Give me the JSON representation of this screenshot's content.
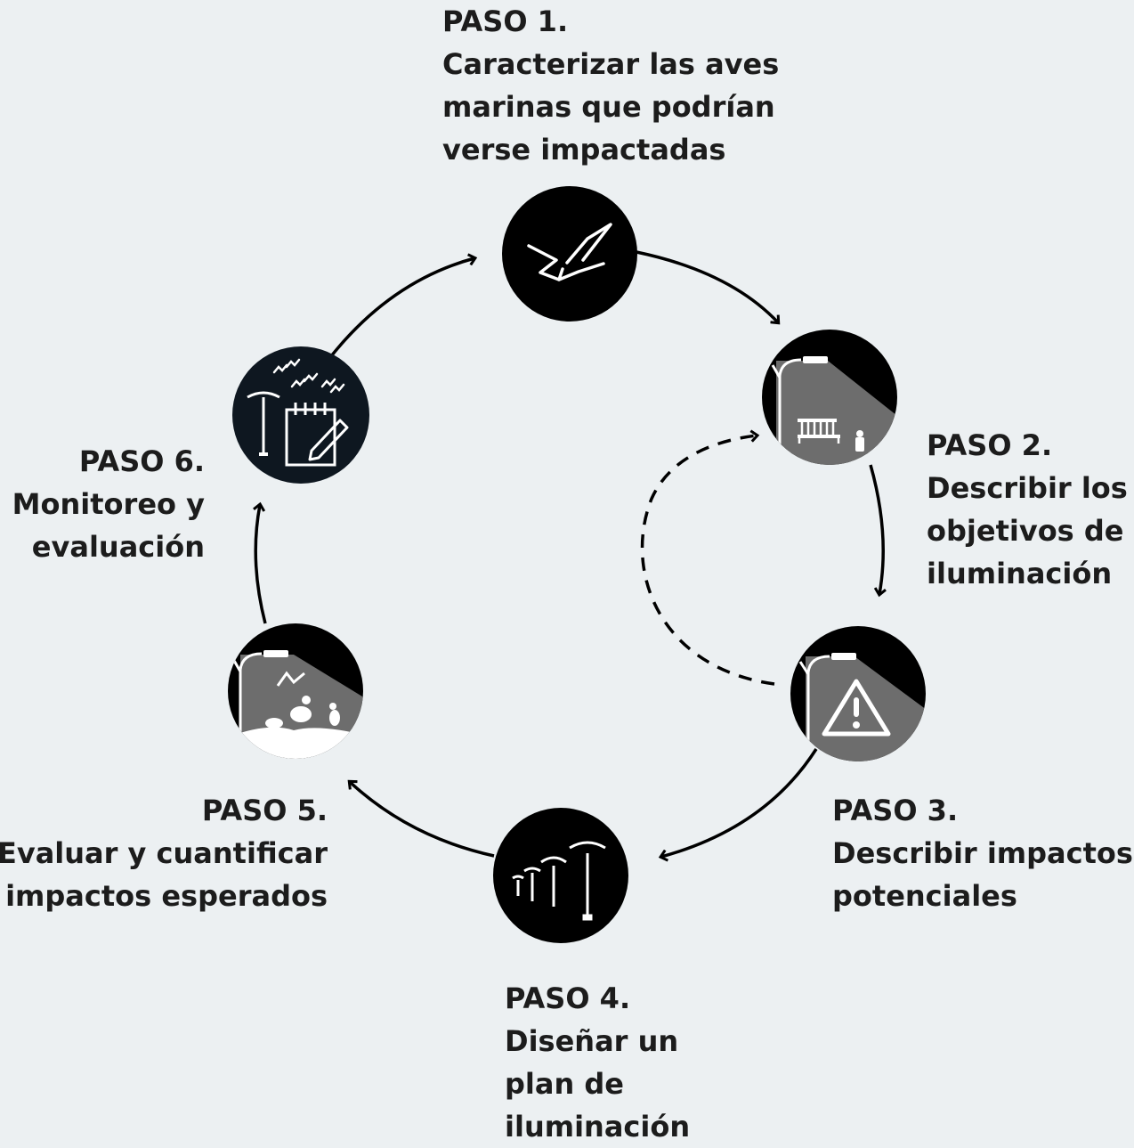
{
  "steps": [
    {
      "step": "PASO 1.",
      "lines": [
        "Caracterizar las aves",
        "marinas que podrían",
        "verse impactadas"
      ],
      "icon": "seabird-icon"
    },
    {
      "step": "PASO 2.",
      "lines": [
        "Describir los",
        "objetivos de",
        "iluminación"
      ],
      "icon": "streetlight-bench-icon"
    },
    {
      "step": "PASO 3.",
      "lines": [
        "Describir impactos",
        "potenciales"
      ],
      "icon": "streetlight-warning-icon"
    },
    {
      "step": "PASO 4.",
      "lines": [
        "Diseñar un",
        "plan de",
        "iluminación"
      ],
      "icon": "streetlights-plan-icon"
    },
    {
      "step": "PASO 5.",
      "lines": [
        "Evaluar y cuantificar",
        "impactos esperados"
      ],
      "icon": "streetlight-birds-icon"
    },
    {
      "step": "PASO 6.",
      "lines": [
        "Monitoreo y",
        "evaluación"
      ],
      "icon": "monitoring-notepad-icon"
    }
  ],
  "colors": {
    "background": "#ecf0f2",
    "circle": "#000000",
    "step6_circle": "#0e1720",
    "light_beam": "#6d6d6d",
    "text": "#1c1c1c"
  }
}
